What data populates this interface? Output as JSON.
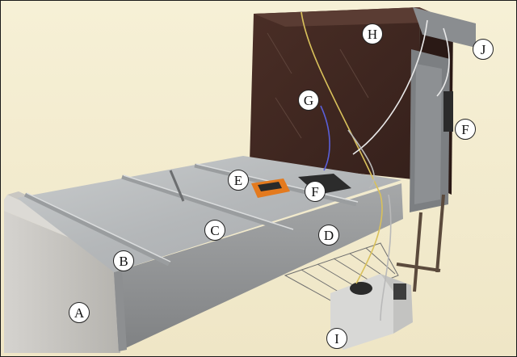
{
  "colors": {
    "background": "#f5efd4",
    "collector_panel": "#b9bcbe",
    "drying_cabinet": "#3e2620",
    "frame_metal": "#9a9c9e"
  },
  "markers": [
    {
      "id": "a",
      "label": "A"
    },
    {
      "id": "b",
      "label": "B"
    },
    {
      "id": "c",
      "label": "C"
    },
    {
      "id": "d",
      "label": "D"
    },
    {
      "id": "e",
      "label": "E"
    },
    {
      "id": "f1",
      "label": "F"
    },
    {
      "id": "f2",
      "label": "F"
    },
    {
      "id": "g",
      "label": "G"
    },
    {
      "id": "h",
      "label": "H"
    },
    {
      "id": "i",
      "label": "I"
    },
    {
      "id": "j",
      "label": "J"
    }
  ]
}
